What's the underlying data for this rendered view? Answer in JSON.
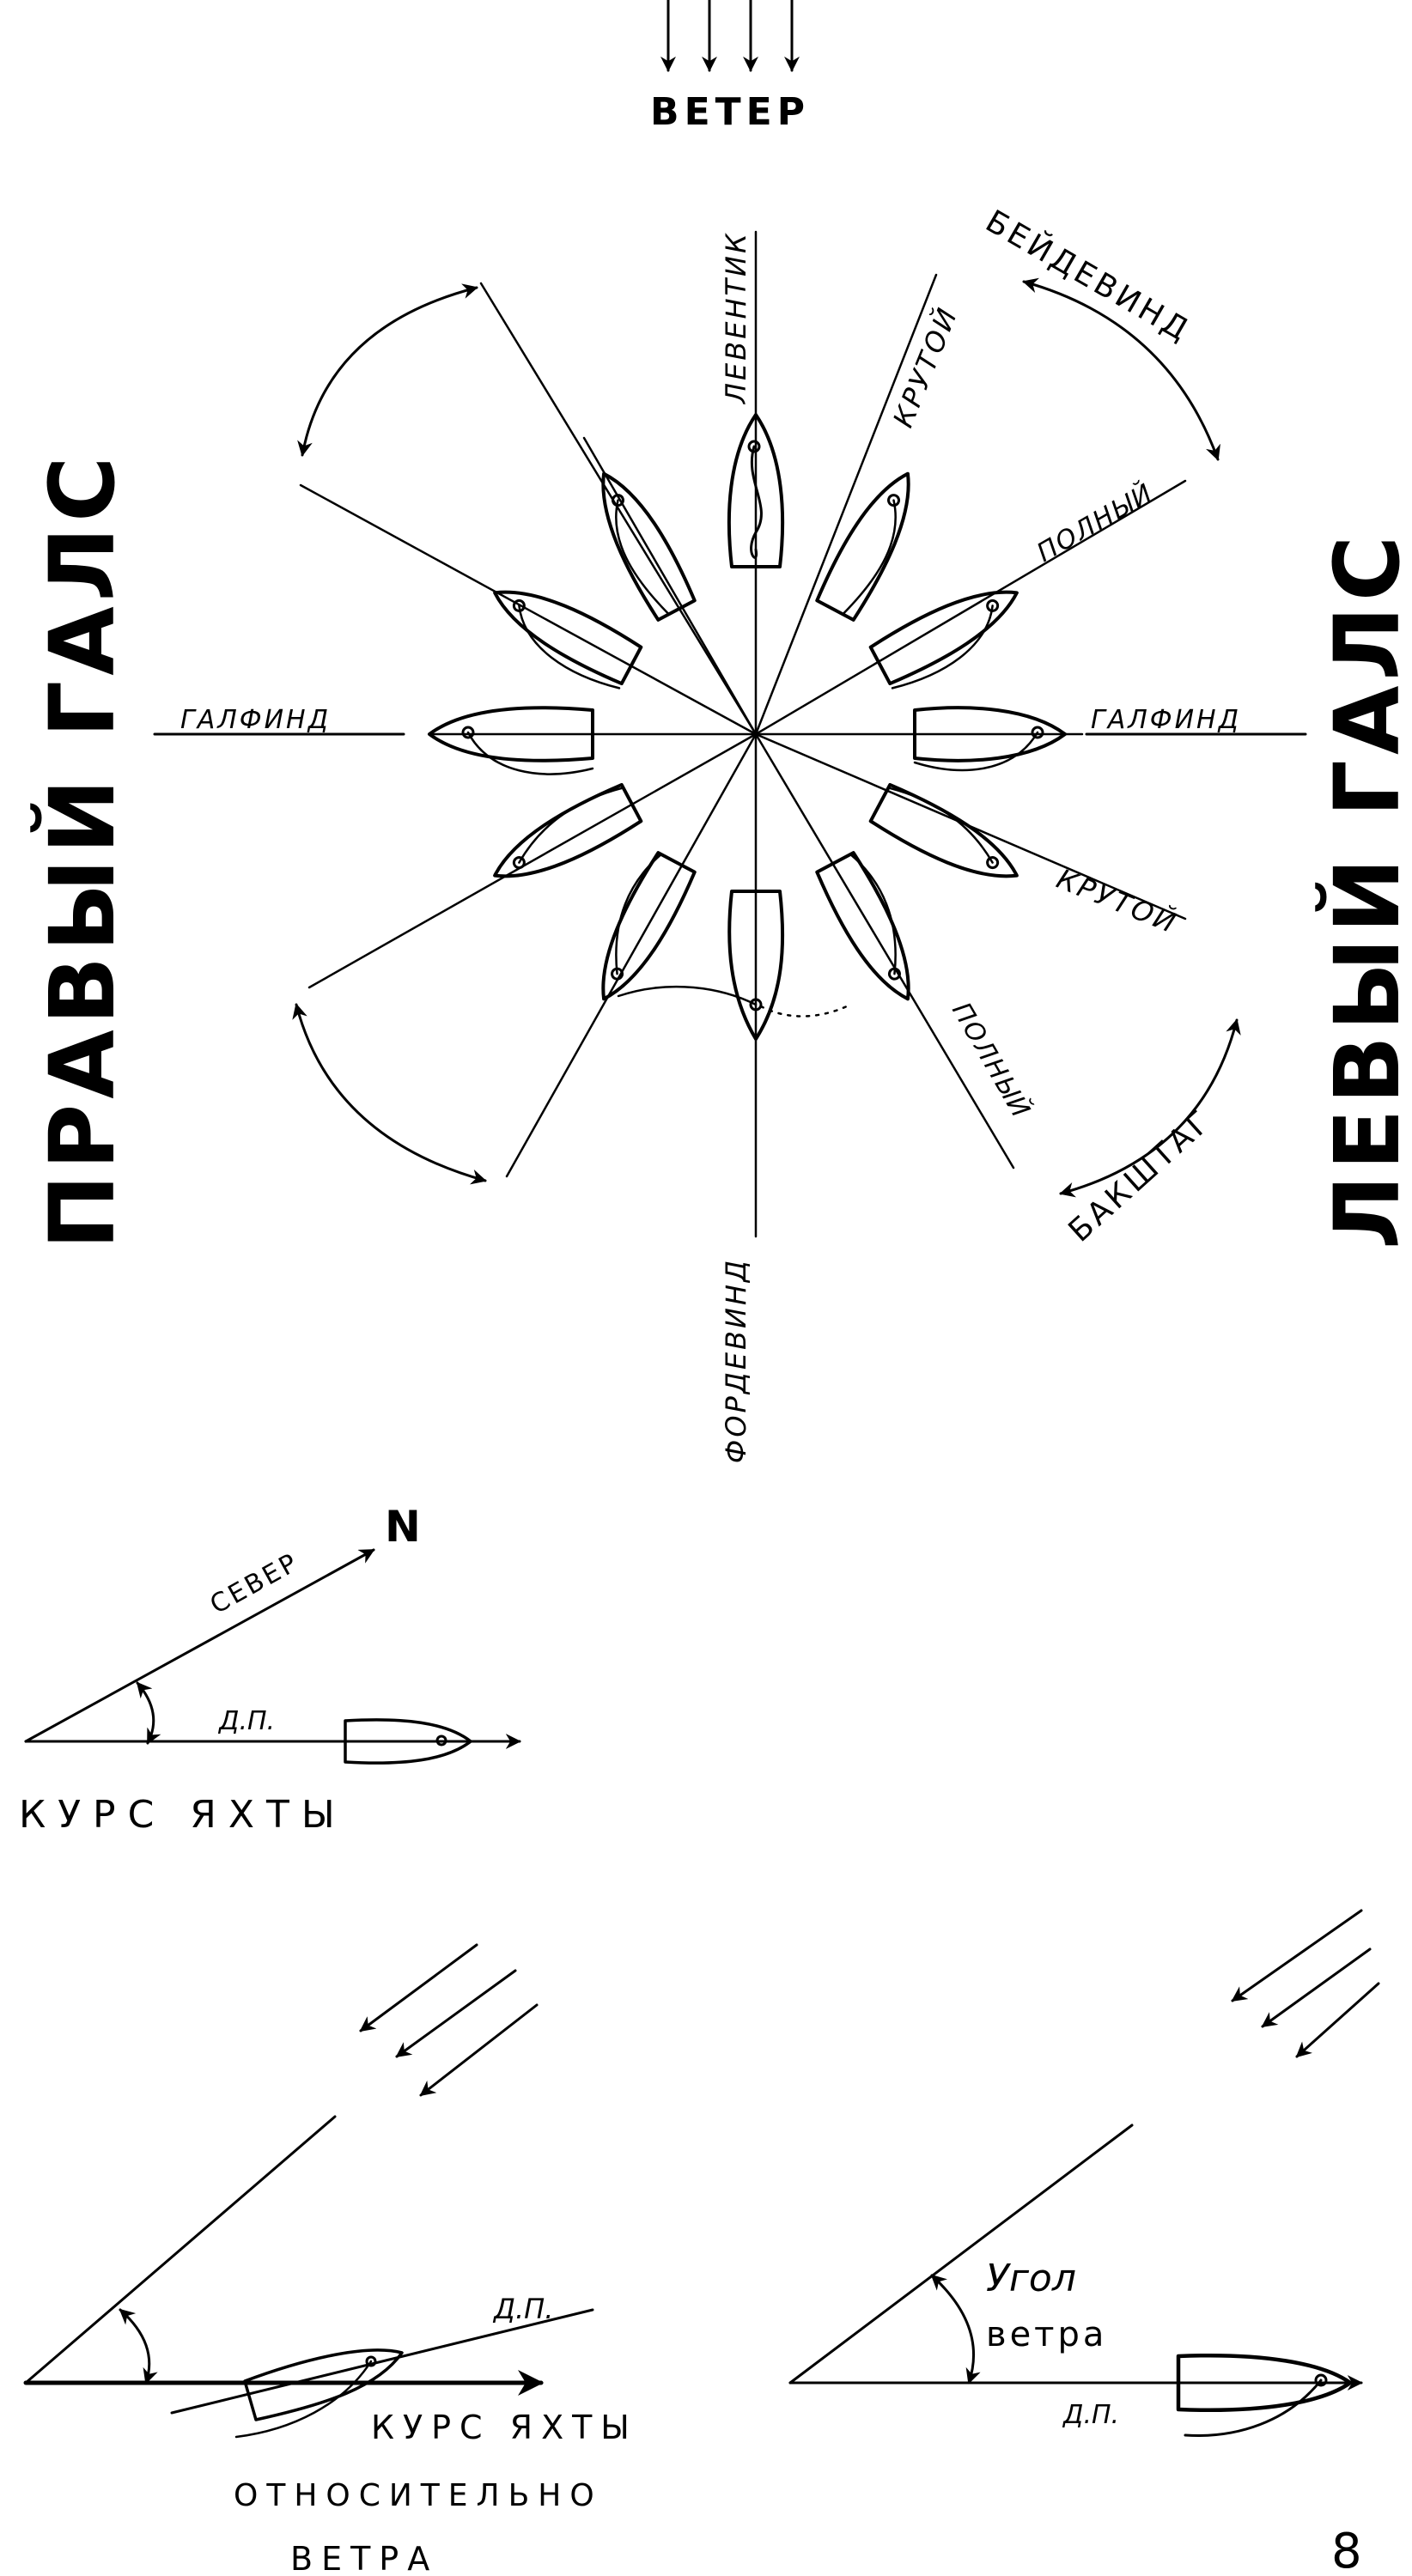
{
  "wind_rose": {
    "wind": "ВЕТЕР",
    "tack_right": "ПРАВЫЙ ГАЛС",
    "tack_left": "ЛЕВЫЙ ГАЛС",
    "levintik": "ЛЕВЕНТИК",
    "fordewind": "ФОРДЕВИНД",
    "kr_top_right": "КРУТОЙ",
    "beidewind": "БЕЙДЕВИНД",
    "poln_top_right": "ПОЛНЫЙ",
    "galfind_left": "ГАЛФИНД",
    "galfind_right": "ГАЛФИНД",
    "kr_bottom_right": "КРУТОЙ",
    "poln_bottom_right": "ПОЛНЫЙ",
    "bakshtag": "БАКШТАГ"
  },
  "course": {
    "north_letter": "N",
    "north_word": "СЕВЕР",
    "dp": "Д.П.",
    "caption": "КУРС ЯХТЫ"
  },
  "relative": {
    "dp": "Д.П.",
    "caption_line1": "КУРС ЯХТЫ",
    "caption_line2": "ОТНОСИТЕЛЬНО",
    "caption_line3": "ВЕТРА"
  },
  "wind_angle": {
    "label_line1": "Угол",
    "label_line2": "ветра",
    "dp": "Д.П."
  },
  "page_number": "8"
}
